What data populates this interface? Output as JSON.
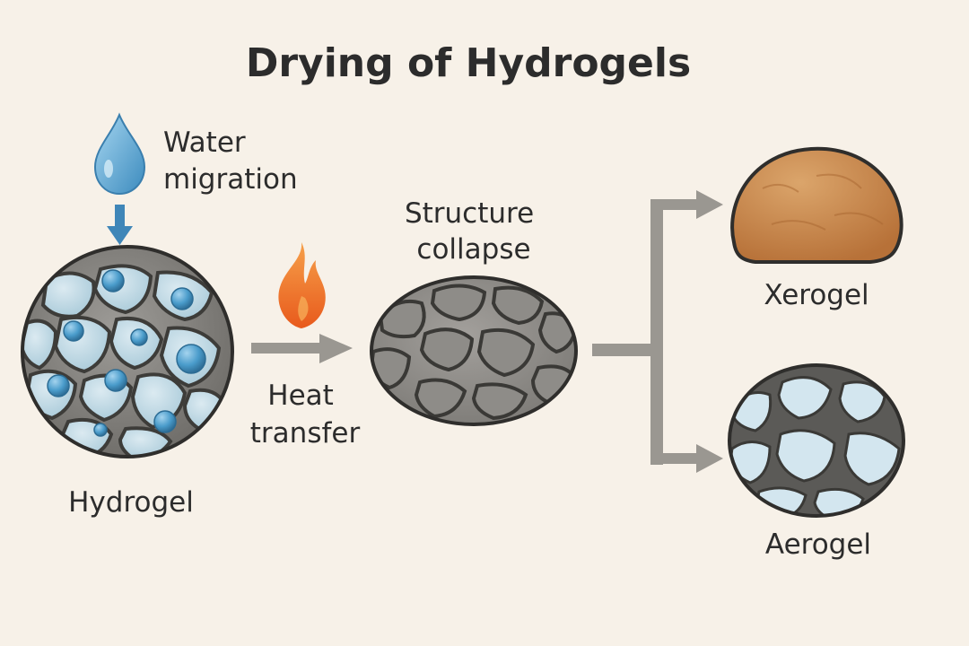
{
  "title": "Drying of Hydrogels",
  "labels": {
    "water_migration": [
      "Water",
      "migration"
    ],
    "heat_transfer": [
      "Heat",
      "transfer"
    ],
    "structure_collapse": [
      "Structure",
      "collapse"
    ],
    "hydrogel": "Hydrogel",
    "xerogel": "Xerogel",
    "aerogel": "Aerogel"
  },
  "colors": {
    "background": "#f7f1e8",
    "water": "#4a9ccb",
    "flame": "#ee6a22",
    "network": "#5e5e5b",
    "arrow": "#9a9791",
    "xerogel": "#c78346",
    "pore": "#cfe2eb"
  },
  "icons": {
    "water_drop": "water-drop-icon",
    "flame": "flame-icon"
  }
}
